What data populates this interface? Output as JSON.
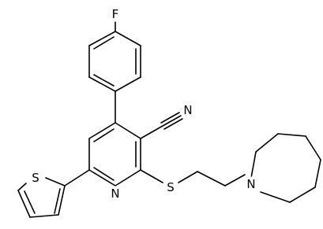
{
  "molecule": {
    "atoms": {
      "fluorine": "F",
      "nitrile_nitrogen": "N",
      "thiophene_sulfur": "S",
      "pyridine_nitrogen": "N",
      "thioether_sulfur": "S",
      "azepane_nitrogen": "N"
    }
  }
}
